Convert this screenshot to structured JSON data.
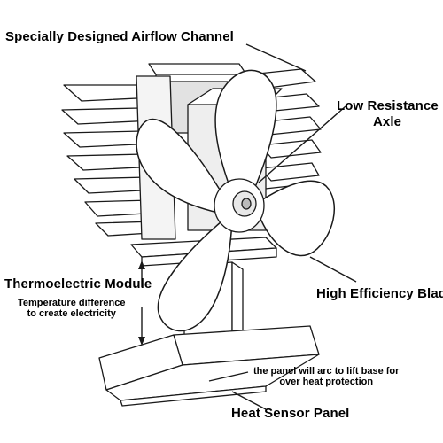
{
  "labels": {
    "airflow_channel": "Specially Designed Airflow Channel",
    "axle_line1": "Low Resistance",
    "axle_line2": "Axle",
    "blade": "High Efficiency Blade",
    "thermoelectric": "Thermoelectric Module",
    "temp_note_line1": "Temperature difference",
    "temp_note_line2": "to create electricity",
    "panel_note_line1": "the panel will arc to lift base for",
    "panel_note_line2": "over heat protection",
    "heat_sensor": "Heat Sensor Panel"
  },
  "colors": {
    "line": "#1a1a1a",
    "fill": "#ffffff",
    "shade": "#d9d9d9"
  }
}
